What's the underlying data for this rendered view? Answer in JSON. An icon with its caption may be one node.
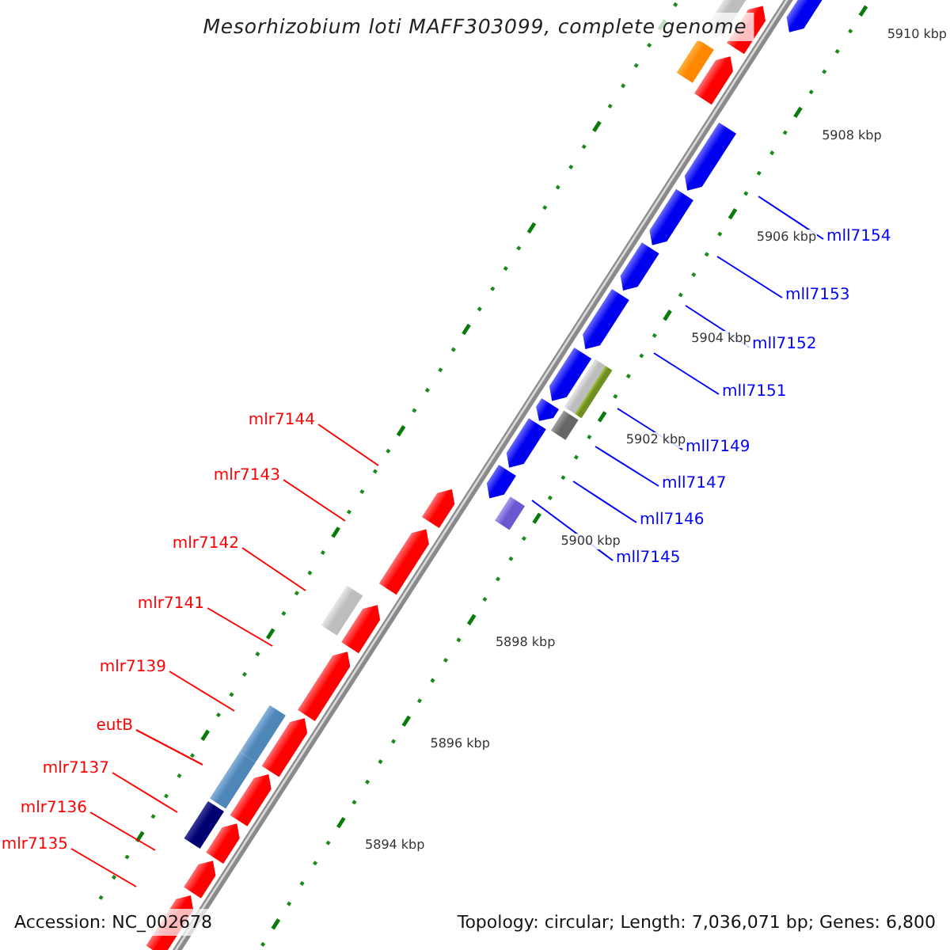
{
  "diagram": {
    "title": "Mesorhizobium loti MAFF303099, complete genome",
    "nodes": [
      {
        "text": [
          "mlr7144"
        ]
      },
      {
        "text": [
          "mlr7143"
        ]
      },
      {
        "text": [
          "mlr7142"
        ]
      },
      {
        "text": [
          "mlr7141"
        ]
      },
      {
        "text": [
          "mlr7139"
        ]
      },
      {
        "text": [
          "eutB"
        ]
      },
      {
        "text": [
          "mlr7137"
        ]
      },
      {
        "text": [
          "mlr7136"
        ]
      },
      {
        "text": [
          "mlr7135"
        ]
      },
      {
        "text": [
          "mll7154"
        ]
      },
      {
        "text": [
          "mll7153"
        ]
      },
      {
        "text": [
          "mll7152"
        ]
      },
      {
        "text": [
          "mll7151"
        ]
      },
      {
        "text": [
          "mll7149"
        ]
      },
      {
        "text": [
          "mll7147"
        ]
      },
      {
        "text": [
          "mll7146"
        ]
      },
      {
        "text": [
          "mll7145"
        ]
      }
    ],
    "edges": [
      {
        "from": 0,
        "to": null,
        "arrow": "none"
      },
      {
        "from": 1,
        "to": null,
        "arrow": "none"
      },
      {
        "from": 2,
        "to": null,
        "arrow": "none"
      },
      {
        "from": 3,
        "to": null,
        "arrow": "none"
      },
      {
        "from": 4,
        "to": null,
        "arrow": "none"
      },
      {
        "from": 5,
        "to": null,
        "arrow": "none"
      },
      {
        "from": 6,
        "to": null,
        "arrow": "none"
      },
      {
        "from": 7,
        "to": null,
        "arrow": "none"
      },
      {
        "from": 8,
        "to": null,
        "arrow": "none"
      },
      {
        "from": 9,
        "to": null,
        "arrow": "none",
        "color": "#0000ff"
      },
      {
        "from": 10,
        "to": null,
        "arrow": "none",
        "color": "#0000ff"
      },
      {
        "from": 11,
        "to": null,
        "arrow": "none",
        "color": "#0000ff"
      },
      {
        "from": 12,
        "to": null,
        "arrow": "none",
        "color": "#0000ff"
      },
      {
        "from": 13,
        "to": null,
        "arrow": "none",
        "color": "#0000ff"
      },
      {
        "from": 14,
        "to": null,
        "arrow": "none",
        "color": "#0000ff"
      },
      {
        "from": 15,
        "to": null,
        "arrow": "none",
        "color": "#0000ff"
      },
      {
        "from": 16,
        "to": null,
        "arrow": "none",
        "color": "#0000ff"
      }
    ],
    "labels": [
      "5910 kbp",
      "5908 kbp",
      "5906 kbp",
      "5904 kbp",
      "5902 kbp",
      "5900 kbp",
      "5898 kbp",
      "5896 kbp",
      "5894 kbp",
      "Accession: NC_002678",
      "Topology: circular; Length: 7,036,071 bp; Genes: 6,800"
    ]
  }
}
